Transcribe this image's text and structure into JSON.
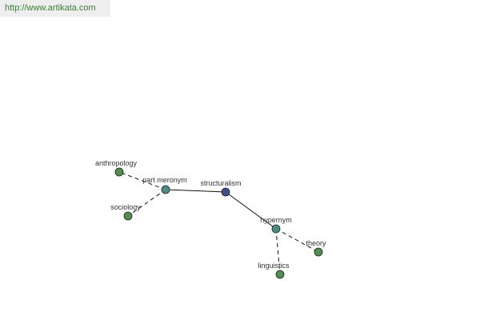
{
  "header": {
    "url": "http://www.artikata.com"
  },
  "colors": {
    "center_node": "#3d4f8c",
    "relation_node": "#4a8c86",
    "leaf_node": "#4f8f4f",
    "node_stroke": "#222222",
    "edge": "#111111",
    "banner_text": "#3a7f33",
    "banner_bg": "#eeeeee"
  },
  "graph": {
    "nodes": [
      {
        "id": "structuralism",
        "label": "structuralism",
        "kind": "center"
      },
      {
        "id": "part_meronym",
        "label": "part meronym",
        "kind": "relation"
      },
      {
        "id": "hypernym",
        "label": "hypernym",
        "kind": "relation"
      },
      {
        "id": "anthropology",
        "label": "anthropology",
        "kind": "leaf"
      },
      {
        "id": "sociology",
        "label": "sociology",
        "kind": "leaf"
      },
      {
        "id": "theory",
        "label": "theory",
        "kind": "leaf"
      },
      {
        "id": "linguistics",
        "label": "linguistics",
        "kind": "leaf"
      }
    ],
    "edges": [
      {
        "from": "structuralism",
        "to": "part_meronym",
        "style": "solid"
      },
      {
        "from": "structuralism",
        "to": "hypernym",
        "style": "solid"
      },
      {
        "from": "part_meronym",
        "to": "anthropology",
        "style": "dashed"
      },
      {
        "from": "part_meronym",
        "to": "sociology",
        "style": "dashed"
      },
      {
        "from": "hypernym",
        "to": "theory",
        "style": "dashed"
      },
      {
        "from": "hypernym",
        "to": "linguistics",
        "style": "dashed"
      }
    ]
  }
}
